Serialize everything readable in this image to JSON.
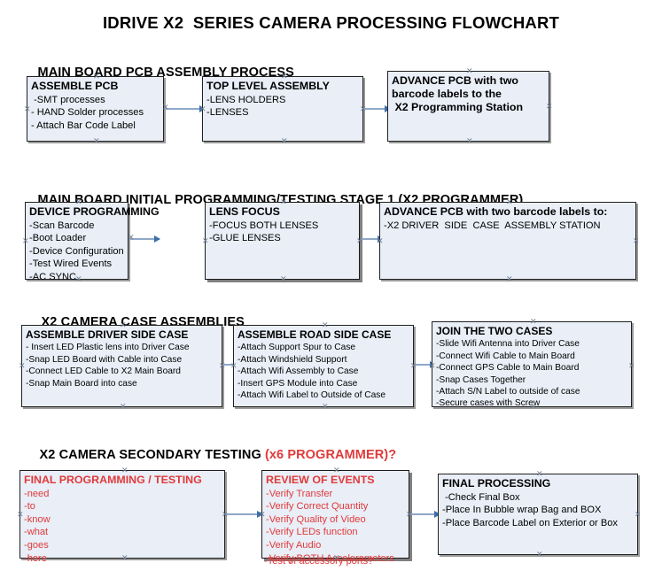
{
  "document": {
    "title": "IDRIVE X2  SERIES CAMERA PROCESSING FLOWCHART"
  },
  "sections": [
    {
      "id": "main-board-pcb-assembly",
      "heading": "MAIN BOARD PCB ASSEMBLY PROCESS",
      "heading_accent": "",
      "boxes": [
        {
          "id": "assemble-pcb",
          "title": "ASSEMBLE PCB",
          "lines": [
            " -SMT processes",
            "- HAND Solder processes",
            "- Attach Bar Code Label"
          ]
        },
        {
          "id": "top-level-assembly",
          "title": "TOP LEVEL ASSEMBLY",
          "lines": [
            "-LENS HOLDERS",
            "-LENSES"
          ]
        },
        {
          "id": "advance-pcb-programming-station",
          "title": "ADVANCE PCB with two",
          "lines": [
            "barcode labels to the",
            " X2 Programming Station"
          ]
        }
      ]
    },
    {
      "id": "main-board-initial-programming",
      "heading": "MAIN BOARD INITIAL PROGRAMMING/TESTING STAGE 1 (X2 PROGRAMMER)",
      "heading_accent": "",
      "boxes": [
        {
          "id": "device-programming",
          "title": "DEVICE PROGRAMMING",
          "lines": [
            "-Scan Barcode",
            "-Boot Loader",
            "-Device Configuration",
            "-Test Wired Events",
            "-AC SYNC"
          ]
        },
        {
          "id": "lens-focus",
          "title": "LENS FOCUS",
          "lines": [
            "-FOCUS BOTH LENSES",
            "-GLUE LENSES"
          ]
        },
        {
          "id": "advance-pcb-driver-side-case",
          "title": "ADVANCE PCB with two barcode labels to:",
          "lines": [
            "-X2 DRIVER  SIDE  CASE  ASSEMBLY STATION"
          ]
        }
      ]
    },
    {
      "id": "x2-camera-case-assemblies",
      "heading": "X2 CAMERA CASE ASSEMBLIES",
      "heading_accent": "",
      "boxes": [
        {
          "id": "assemble-driver-side-case",
          "title": "ASSEMBLE DRIVER SIDE CASE",
          "lines": [
            "- Insert LED Plastic lens into Driver Case",
            "-Snap LED Board with Cable into Case",
            "-Connect LED Cable to X2 Main Board",
            "-Snap Main Board into case"
          ]
        },
        {
          "id": "assemble-road-side-case",
          "title": "ASSEMBLE ROAD SIDE CASE",
          "lines": [
            "-Attach Support Spur to Case",
            "-Attach Windshield Support",
            "-Attach Wifi Assembly to Case",
            "-Insert GPS Module into Case",
            "-Attach Wifi Label to Outside of Case"
          ]
        },
        {
          "id": "join-the-two-cases",
          "title": "JOIN THE TWO CASES",
          "lines": [
            "-Slide Wifi Antenna into Driver Case",
            "-Connect Wifi Cable to Main Board",
            "-Connect GPS Cable to Main Board",
            "-Snap Cases Together",
            "-Attach S/N Label to outside of case",
            "-Secure cases with Screw"
          ]
        }
      ]
    },
    {
      "id": "x2-camera-secondary-testing",
      "heading": "X2 CAMERA SECONDARY TESTING ",
      "heading_accent": "(x6 PROGRAMMER)?",
      "boxes": [
        {
          "id": "final-programming-testing",
          "title": "FINAL PROGRAMMING / TESTING",
          "lines": [
            "-need",
            "-to",
            "-know",
            "-what",
            "-goes",
            "-here"
          ]
        },
        {
          "id": "review-of-events",
          "title": "REVIEW OF EVENTS",
          "lines": [
            "-Verify Transfer",
            "-Verify Correct Quantity",
            "-Verify Quality of Video",
            "-Verify LEDs function",
            "-Verify Audio",
            "-Verify BOTH Accelerometers"
          ],
          "overflow_line": "-Test of accessory ports?"
        },
        {
          "id": "final-processing",
          "title": "FINAL PROCESSING",
          "lines": [
            " -Check Final Box",
            "-Place In Bubble wrap Bag and BOX",
            "-Place Barcode Label on Exterior or Box"
          ]
        }
      ]
    }
  ],
  "colors": {
    "box_fill": "#e9eef7",
    "box_border": "#202020",
    "connector": "#8fa8c8",
    "arrow": "#3c6ea8",
    "accent_red": "#e03a3a",
    "text": "#000000"
  }
}
